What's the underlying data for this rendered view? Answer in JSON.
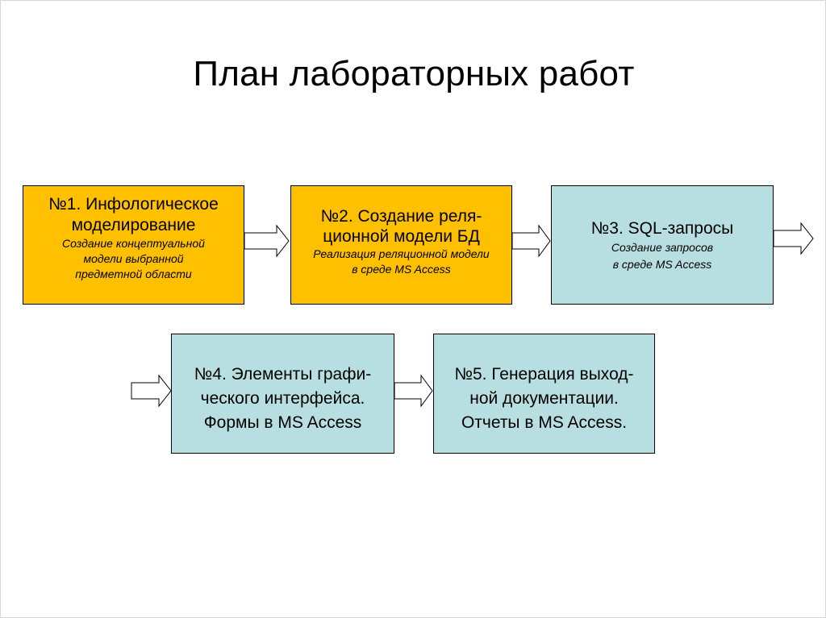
{
  "slide": {
    "title": "План лабораторных работ"
  },
  "colors": {
    "orange": "#FFC000",
    "lightblue": "#B7DEE1",
    "border": "#000000"
  },
  "boxes": [
    {
      "lines": [
        "№1. Инфологическое",
        "моделирование"
      ],
      "sub": [
        "Создание концептуальной",
        "модели выбранной",
        "предметной области"
      ]
    },
    {
      "lines": [
        "№2. Создание реля-",
        "ционной модели БД"
      ],
      "sub": [
        "Реализация реляционной модели",
        "в среде MS Access"
      ]
    },
    {
      "lines": [
        "№3. SQL-запросы"
      ],
      "sub": [
        "Создание запросов",
        "в среде MS Access"
      ]
    },
    {
      "lines": [
        "№4. Элементы графи-",
        "ческого интерфейса.",
        "Формы в MS Access"
      ]
    },
    {
      "lines": [
        "№5. Генерация выход-",
        "ной документации.",
        "Отчеты в MS Access."
      ]
    }
  ]
}
